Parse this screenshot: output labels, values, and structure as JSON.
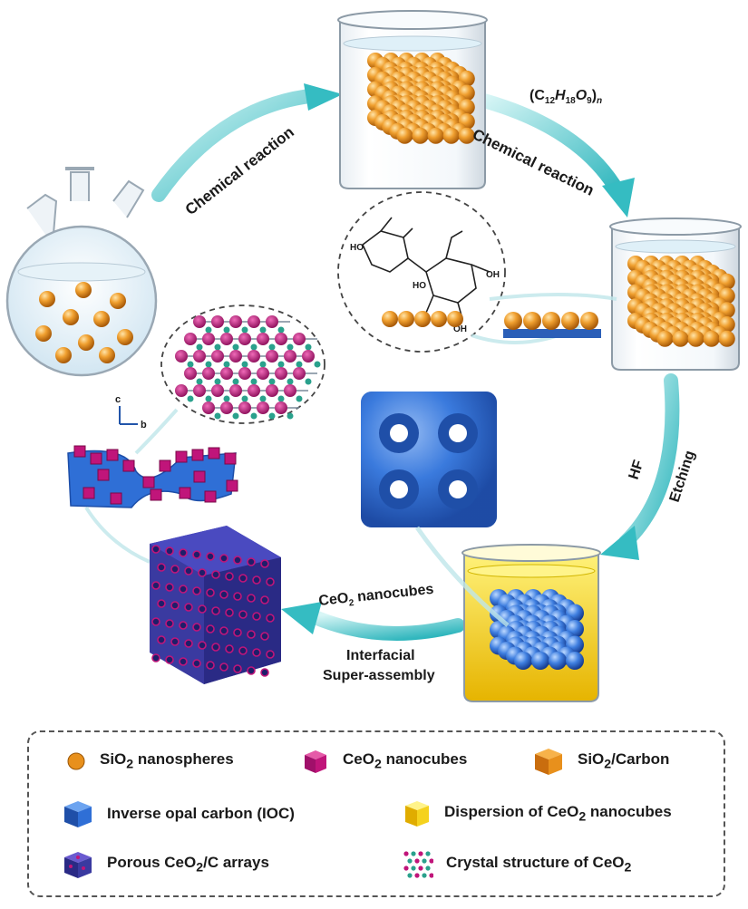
{
  "labels": {
    "chemical_reaction_1": "Chemical reaction",
    "precursor_formula_main": "(C",
    "precursor_formula_sub1": "12",
    "precursor_formula_mid1": "H",
    "precursor_formula_sub2": "18",
    "precursor_formula_mid2": "O",
    "precursor_formula_sub3": "9",
    "precursor_formula_end": ")",
    "precursor_formula_sub4": "n",
    "chemical_reaction_2": "Chemical reaction",
    "hf": "HF",
    "etching": "Etching",
    "ceo2_nanocubes_main": "CeO",
    "ceo2_nanocubes_sub": "2",
    "ceo2_nanocubes_rest": " nanocubes",
    "interfacial": "Interfacial",
    "super_assembly": "Super-assembly",
    "axis_c": "c",
    "axis_b": "b",
    "molecule_ho_1": "HO",
    "molecule_ho_2": "HO",
    "molecule_oh_1": "OH",
    "molecule_oh_2": "OH"
  },
  "legend": {
    "sio2_nanospheres": {
      "main": "SiO",
      "sub": "2",
      "rest": " nanospheres"
    },
    "ceo2_nanocubes": {
      "main": "CeO",
      "sub": "2",
      "rest": " nanocubes"
    },
    "sio2_carbon": {
      "main": "SiO",
      "sub": "2",
      "rest": "/Carbon"
    },
    "ioc": {
      "text": "Inverse opal carbon (IOC)"
    },
    "dispersion": {
      "main": "Dispersion of CeO",
      "sub": "2",
      "rest": " nanocubes"
    },
    "porous": {
      "main": "Porous CeO",
      "sub": "2",
      "rest": "/C arrays"
    },
    "crystal": {
      "main": "Crystal structure of CeO",
      "sub": "2"
    }
  },
  "colors": {
    "arrow": "#3fc3c8",
    "sio2_orange": "#e8901c",
    "ioc_blue": "#2f6fd6",
    "ceo2_magenta": "#c0157a",
    "dispersion_yellow": "#f5d21e",
    "crystal_teal": "#2aa18c"
  }
}
